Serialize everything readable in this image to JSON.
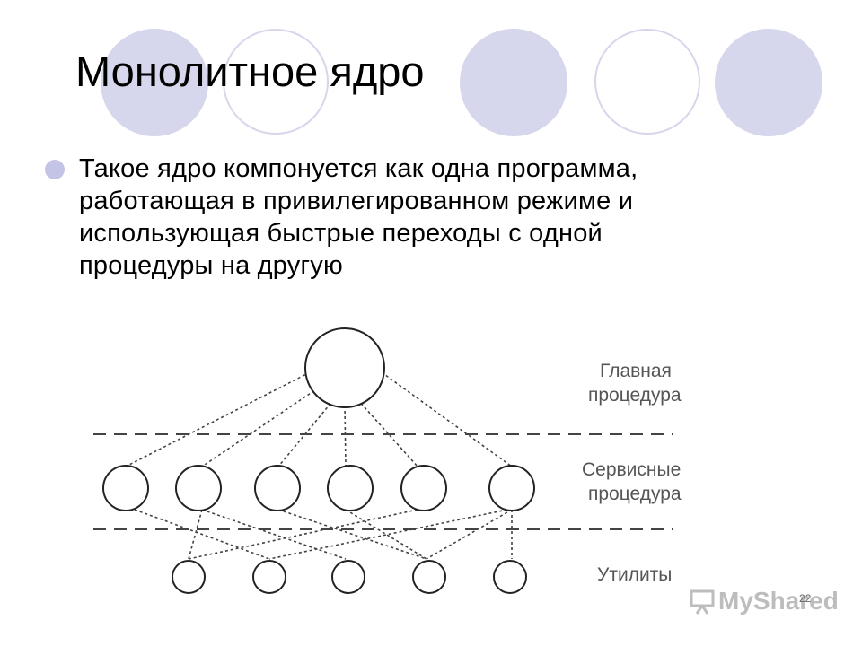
{
  "title": "Монолитное ядро",
  "bullet": {
    "lines": [
      "Такое ядро компонуется как одна программа,",
      "работающая в привилегированном режиме и",
      "использующая быстрые переходы с одной",
      "процедуры на другую"
    ]
  },
  "diagram": {
    "levels": {
      "main": [
        "Главная",
        "процедура"
      ],
      "service": [
        "Сервисные",
        "процедура"
      ],
      "utilities": [
        "Утилиты"
      ]
    }
  },
  "page_number": "22",
  "watermark": {
    "text": "MyShared"
  },
  "colors": {
    "accent": "#d6d6ec",
    "bullet": "#c4c4e6"
  }
}
